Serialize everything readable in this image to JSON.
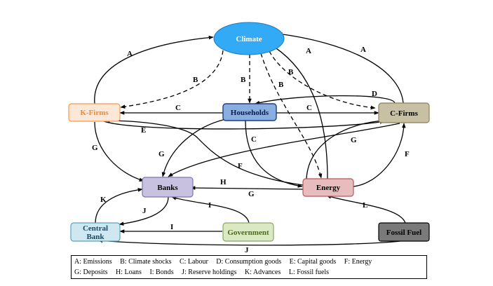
{
  "nodes": {
    "climate": {
      "label": "Climate",
      "fill": "#33aaf5",
      "stroke": "#1e7bc0",
      "text": "#ffffff"
    },
    "kfirms": {
      "label": "K-Firms",
      "fill": "#fde7d6",
      "stroke": "#f29b52",
      "text": "#f28a36"
    },
    "households": {
      "label": "Households",
      "fill": "#8aaee0",
      "stroke": "#1f3d7a",
      "text": "#0b1a4a"
    },
    "cfirms": {
      "label": "C-Firms",
      "fill": "#c7c0a3",
      "stroke": "#8a8060",
      "text": "#000000"
    },
    "banks": {
      "label": "Banks",
      "fill": "#c8c2e0",
      "stroke": "#7d74b0",
      "text": "#000000"
    },
    "energy": {
      "label": "Energy",
      "fill": "#e8bcbc",
      "stroke": "#b05a5a",
      "text": "#000000"
    },
    "centralbank": {
      "label_line1": "Central",
      "label_line2": "Bank",
      "fill": "#cfe7f0",
      "stroke": "#5aa4bf",
      "text": "#1a4a60"
    },
    "government": {
      "label": "Government",
      "fill": "#dbe8c4",
      "stroke": "#8aa860",
      "text": "#4a6a1e"
    },
    "fossilfuel": {
      "label": "Fossil Fuel",
      "fill": "#7a7a7a",
      "stroke": "#000000",
      "text": "#000000"
    }
  },
  "edge_labels": {
    "a_kfirms": "A",
    "a_energy": "A",
    "a_cfirms": "A",
    "b_kfirms": "B",
    "b_households": "B",
    "b_energy": "B",
    "c_kfirms": "C",
    "c_cfirms": "C",
    "c_energy": "C",
    "d_households": "D",
    "e_kfirms": "E",
    "f_banks": "F",
    "f_cfirms": "F",
    "g_kfirms": "G",
    "g_households": "G",
    "g_cfirms": "G",
    "g_energy": "G",
    "h_energy": "H",
    "i_banks": "I",
    "i_centralbank": "I",
    "j_banks": "J",
    "j_fossil": "J",
    "k_banks": "K",
    "l_energy": "L"
  },
  "legend": {
    "row1": [
      "A: Emissions",
      "B: Climate shocks",
      "C: Labour",
      "D: Consumption goods",
      "E: Capital goods",
      "F: Energy"
    ],
    "row2": [
      "G: Deposits",
      "H: Loans",
      "I: Bonds",
      "J: Reserve holdings",
      "K: Advances",
      "L: Fossil fuels"
    ]
  }
}
